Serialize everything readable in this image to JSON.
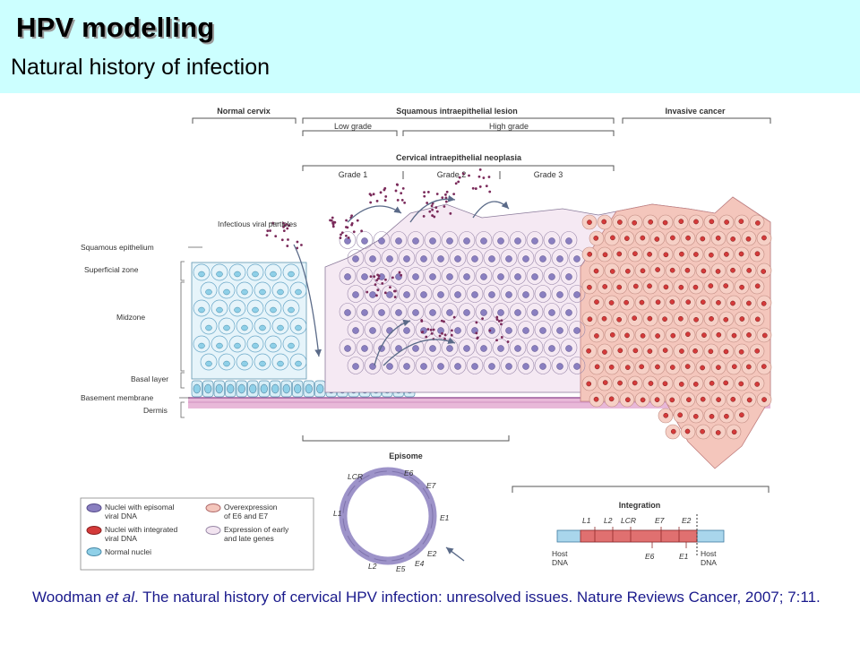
{
  "header": {
    "title": "HPV modelling",
    "subtitle": "Natural history of infection"
  },
  "figure": {
    "top_labels": {
      "normal_cervix": "Normal cervix",
      "sil": "Squamous intraepithelial lesion",
      "low_grade": "Low grade",
      "high_grade": "High grade",
      "invasive": "Invasive cancer",
      "cin": "Cervical intraepithelial neoplasia",
      "grade1": "Grade 1",
      "grade2": "Grade 2",
      "grade3": "Grade 3"
    },
    "left_labels": {
      "infectious": "Infectious viral particles",
      "squamous": "Squamous epithelium",
      "superficial": "Superficial zone",
      "midzone": "Midzone",
      "basal": "Basal layer",
      "basement": "Basement membrane",
      "dermis": "Dermis"
    },
    "episome": {
      "label": "Episome",
      "genes": {
        "lcr": "LCR",
        "e6": "E6",
        "e7": "E7",
        "e1": "E1",
        "e2": "E2",
        "e4": "E4",
        "e5": "E5",
        "l2": "L2",
        "l1": "L1"
      }
    },
    "integration": {
      "label": "Integration",
      "host_left_1": "Host",
      "host_left_2": "DNA",
      "host_right_1": "Host",
      "host_right_2": "DNA",
      "top_genes": {
        "l1": "L1",
        "l2": "L2",
        "lcr": "LCR",
        "e7": "E7",
        "e2": "E2"
      },
      "bottom_genes": {
        "e6": "E6",
        "e1": "E1"
      }
    },
    "legend": {
      "episomal_1": "Nuclei with episomal",
      "episomal_2": "viral DNA",
      "integrated_1": "Nuclei with integrated",
      "integrated_2": "viral DNA",
      "normal": "Normal nuclei",
      "overexp_1": "Overexpression",
      "overexp_2": "of E6 and E7",
      "expr_1": "Expression of early",
      "expr_2": "and late genes"
    },
    "colors": {
      "normal_cell": "#e6f4fa",
      "normal_nucleus": "#8fd0e8",
      "episomal_nucleus": "#8a7fc0",
      "integrated_nucleus": "#d43a3a",
      "cancer_cell": "#f4c6bc",
      "dermis": "#e8b8d8",
      "header_bg": "#ccffff"
    }
  },
  "citation": {
    "authors": "Woodman ",
    "etal": "et al",
    "text": ". The natural history of cervical HPV infection: unresolved issues. Nature Reviews Cancer, 2007; 7:11."
  }
}
